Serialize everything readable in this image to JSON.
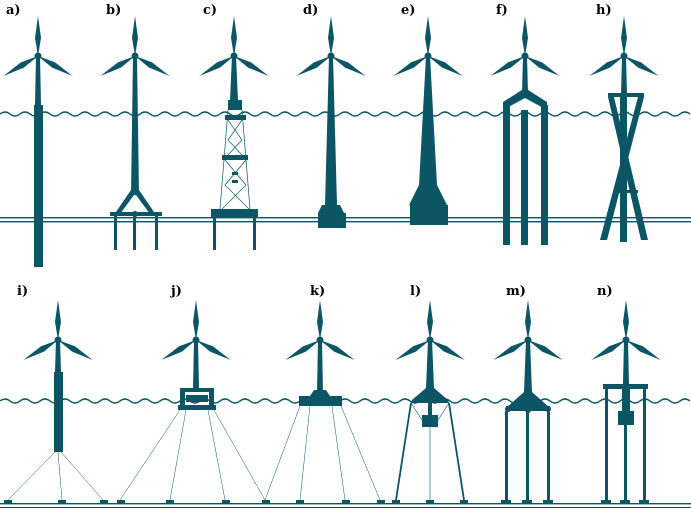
{
  "panels": [
    {
      "label": "a)"
    },
    {
      "label": "b)"
    },
    {
      "label": "c)"
    },
    {
      "label": "d)"
    },
    {
      "label": "e)"
    },
    {
      "label": "f)"
    },
    {
      "label": "h)"
    },
    {
      "label": "i)"
    },
    {
      "label": "j)"
    },
    {
      "label": "k)"
    },
    {
      "label": "l)"
    },
    {
      "label": "m)"
    },
    {
      "label": "n)"
    }
  ],
  "colors": {
    "structure": "#0b5565",
    "ink": "#000000",
    "background": "#ffffff"
  }
}
